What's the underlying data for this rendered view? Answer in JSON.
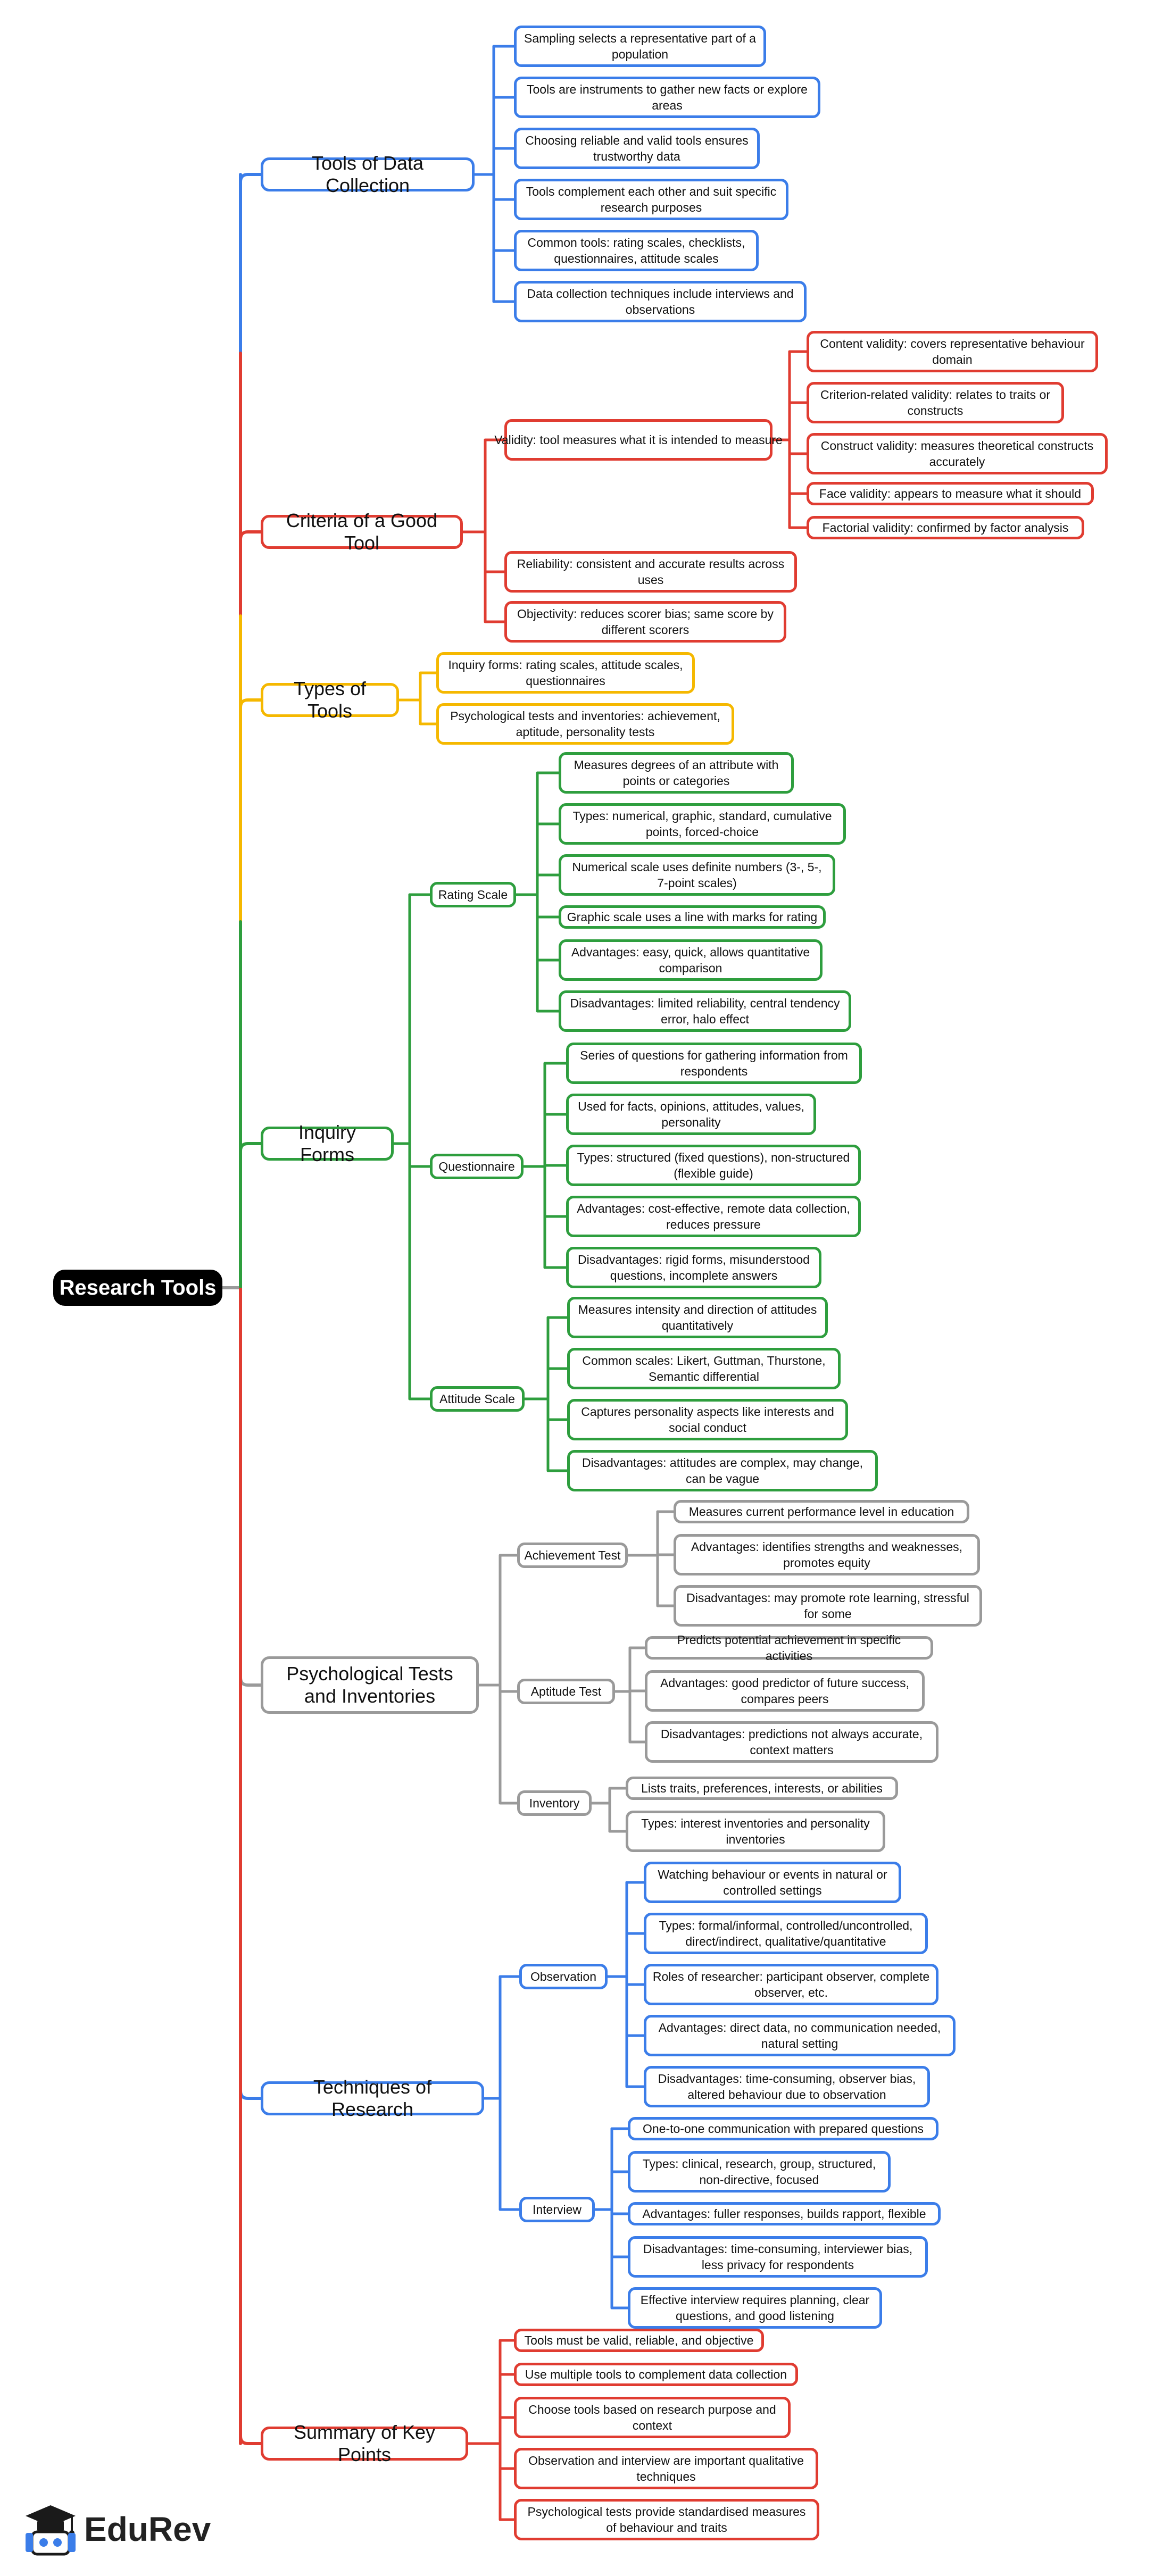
{
  "root": {
    "label": "Research Tools"
  },
  "branches": [
    {
      "label": "Tools of Data Collection",
      "color": "#3b7de9",
      "children": [
        {
          "label": "Sampling selects a representative part of a population"
        },
        {
          "label": "Tools are instruments to gather new facts or explore areas"
        },
        {
          "label": "Choosing reliable and valid tools ensures trustworthy data"
        },
        {
          "label": "Tools complement each other and suit specific research purposes"
        },
        {
          "label": "Common tools: rating scales, checklists, questionnaires, attitude scales"
        },
        {
          "label": "Data collection techniques include interviews and observations"
        }
      ]
    },
    {
      "label": "Criteria of a Good Tool",
      "color": "#e03c31",
      "children": [
        {
          "label": "Validity: tool measures what it is intended to measure",
          "children": [
            {
              "label": "Content validity: covers representative behaviour domain"
            },
            {
              "label": "Criterion-related validity: relates to traits or constructs"
            },
            {
              "label": "Construct validity: measures theoretical constructs accurately"
            },
            {
              "label": "Face validity: appears to measure what it should"
            },
            {
              "label": "Factorial validity: confirmed by factor analysis"
            }
          ]
        },
        {
          "label": "Reliability: consistent and accurate results across uses"
        },
        {
          "label": "Objectivity: reduces scorer bias; same score by different scorers"
        }
      ]
    },
    {
      "label": "Types of Tools",
      "color": "#f5b800",
      "children": [
        {
          "label": "Inquiry forms: rating scales, attitude scales, questionnaires"
        },
        {
          "label": "Psychological tests and inventories: achievement, aptitude, personality tests"
        }
      ]
    },
    {
      "label": "Inquiry Forms",
      "color": "#2e9e3e",
      "children": [
        {
          "label": "Rating Scale",
          "children": [
            {
              "label": "Measures degrees of an attribute with points or categories"
            },
            {
              "label": "Types: numerical, graphic, standard, cumulative points, forced-choice"
            },
            {
              "label": "Numerical scale uses definite numbers (3-, 5-, 7-point scales)"
            },
            {
              "label": "Graphic scale uses a line with marks for rating"
            },
            {
              "label": "Advantages: easy, quick, allows quantitative comparison"
            },
            {
              "label": "Disadvantages: limited reliability, central tendency error, halo effect"
            }
          ]
        },
        {
          "label": "Questionnaire",
          "children": [
            {
              "label": "Series of questions for gathering information from respondents"
            },
            {
              "label": "Used for facts, opinions, attitudes, values, personality"
            },
            {
              "label": "Types: structured (fixed questions), non-structured (flexible guide)"
            },
            {
              "label": "Advantages: cost-effective, remote data collection, reduces pressure"
            },
            {
              "label": "Disadvantages: rigid forms, misunderstood questions, incomplete answers"
            }
          ]
        },
        {
          "label": "Attitude Scale",
          "children": [
            {
              "label": "Measures intensity and direction of attitudes quantitatively"
            },
            {
              "label": "Common scales: Likert, Guttman, Thurstone, Semantic differential"
            },
            {
              "label": "Captures personality aspects like interests and social conduct"
            },
            {
              "label": "Disadvantages: attitudes are complex, may change, can be vague"
            }
          ]
        }
      ]
    },
    {
      "label": "Psychological Tests and Inventories",
      "color": "#9a9a9a",
      "children": [
        {
          "label": "Achievement Test",
          "children": [
            {
              "label": "Measures current performance level in education"
            },
            {
              "label": "Advantages: identifies strengths and weaknesses, promotes equity"
            },
            {
              "label": "Disadvantages: may promote rote learning, stressful for some"
            }
          ]
        },
        {
          "label": "Aptitude Test",
          "children": [
            {
              "label": "Predicts potential achievement in specific activities"
            },
            {
              "label": "Advantages: good predictor of future success, compares peers"
            },
            {
              "label": "Disadvantages: predictions not always accurate, context matters"
            }
          ]
        },
        {
          "label": "Inventory",
          "children": [
            {
              "label": "Lists traits, preferences, interests, or abilities"
            },
            {
              "label": "Types: interest inventories and personality inventories"
            }
          ]
        }
      ]
    },
    {
      "label": "Techniques of Research",
      "color": "#3b7de9",
      "children": [
        {
          "label": "Observation",
          "children": [
            {
              "label": "Watching behaviour or events in natural or controlled settings"
            },
            {
              "label": "Types: formal/informal, controlled/uncontrolled, direct/indirect, qualitative/quantitative"
            },
            {
              "label": "Roles of researcher: participant observer, complete observer, etc."
            },
            {
              "label": "Advantages: direct data, no communication needed, natural setting"
            },
            {
              "label": "Disadvantages: time-consuming, observer bias, altered behaviour due to observation"
            }
          ]
        },
        {
          "label": "Interview",
          "children": [
            {
              "label": "One-to-one communication with prepared questions"
            },
            {
              "label": "Types: clinical, research, group, structured, non-directive, focused"
            },
            {
              "label": "Advantages: fuller responses, builds rapport, flexible"
            },
            {
              "label": "Disadvantages: time-consuming, interviewer bias, less privacy for respondents"
            },
            {
              "label": "Effective interview requires planning, clear questions, and good listening"
            }
          ]
        }
      ]
    },
    {
      "label": "Summary of Key Points",
      "color": "#e03c31",
      "children": [
        {
          "label": "Tools must be valid, reliable, and objective"
        },
        {
          "label": "Use multiple tools to complement data collection"
        },
        {
          "label": "Choose tools based on research purpose and context"
        },
        {
          "label": "Observation and interview are important qualitative techniques"
        },
        {
          "label": "Psychological tests provide standardised measures of behaviour and traits"
        }
      ]
    }
  ],
  "logo": {
    "text": "EduRev",
    "icon": "graduation-cap-icon"
  },
  "connector_root_color": "#9a9a9a"
}
